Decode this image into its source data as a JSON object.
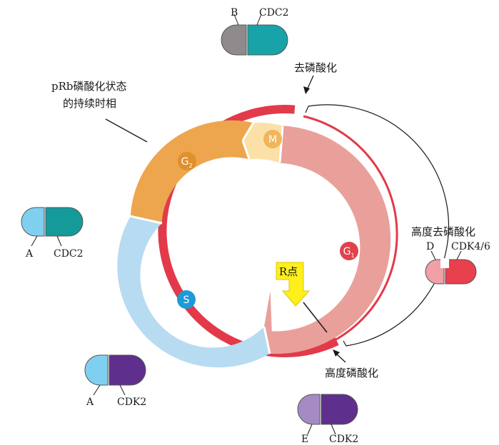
{
  "labels": {
    "duration": [
      "pRb磷酸化状态",
      "的持续时相"
    ],
    "dephos": "去磷酸化",
    "high_dephos": "高度去磷酸化",
    "high_phos": "高度磷酸化",
    "rpoint": "R点"
  },
  "phases": {
    "g1": "G",
    "g1_sub": "1",
    "g2": "G",
    "g2_sub": "2",
    "s": "S",
    "m": "M"
  },
  "complexes": [
    {
      "id": "b-cdc2",
      "cyclin": "B",
      "cdk": "CDC2",
      "cyclin_color": "#8f8a8c",
      "cdk_color": "#17a3a8"
    },
    {
      "id": "a-cdc2",
      "cyclin": "A",
      "cdk": "CDC2",
      "cyclin_color": "#7fd0f0",
      "cdk_color": "#159a9a"
    },
    {
      "id": "d-cdk46",
      "cyclin": "D",
      "cdk": "CDK4/6",
      "cyclin_color": "#f0a0a6",
      "cdk_color": "#e8404c"
    },
    {
      "id": "a-cdk2",
      "cyclin": "A",
      "cdk": "CDK2",
      "cyclin_color": "#7fd0f0",
      "cdk_color": "#5e2f8c"
    },
    {
      "id": "e-cdk2",
      "cyclin": "E",
      "cdk": "CDK2",
      "cyclin_color": "#a58ac4",
      "cdk_color": "#5e2f8c"
    }
  ],
  "colors": {
    "red": "#e23a4a",
    "g1": "#e9a09b",
    "g2": "#eda64e",
    "s": "#b7dcf2",
    "m": "#fbe1a8",
    "arrow": "#ffef1a"
  }
}
